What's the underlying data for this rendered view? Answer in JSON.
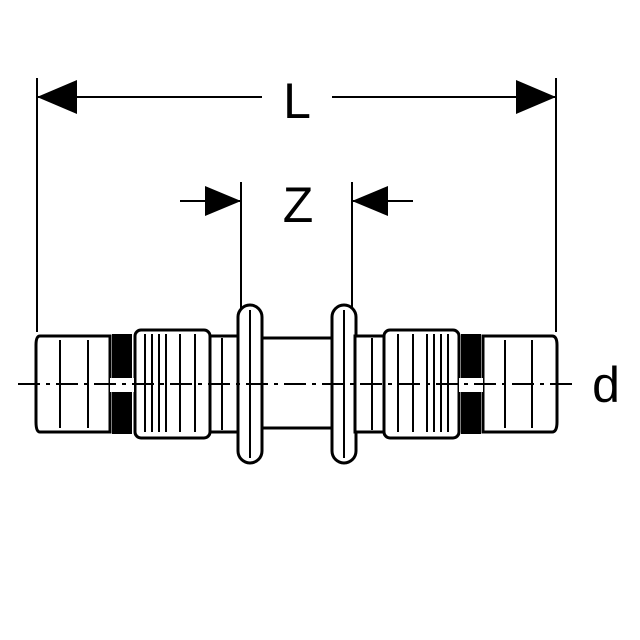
{
  "dimensions": {
    "length_label": "L",
    "gap_label": "Z",
    "diameter_label": "d"
  },
  "colors": {
    "line": "#000000",
    "background": "#ffffff"
  }
}
